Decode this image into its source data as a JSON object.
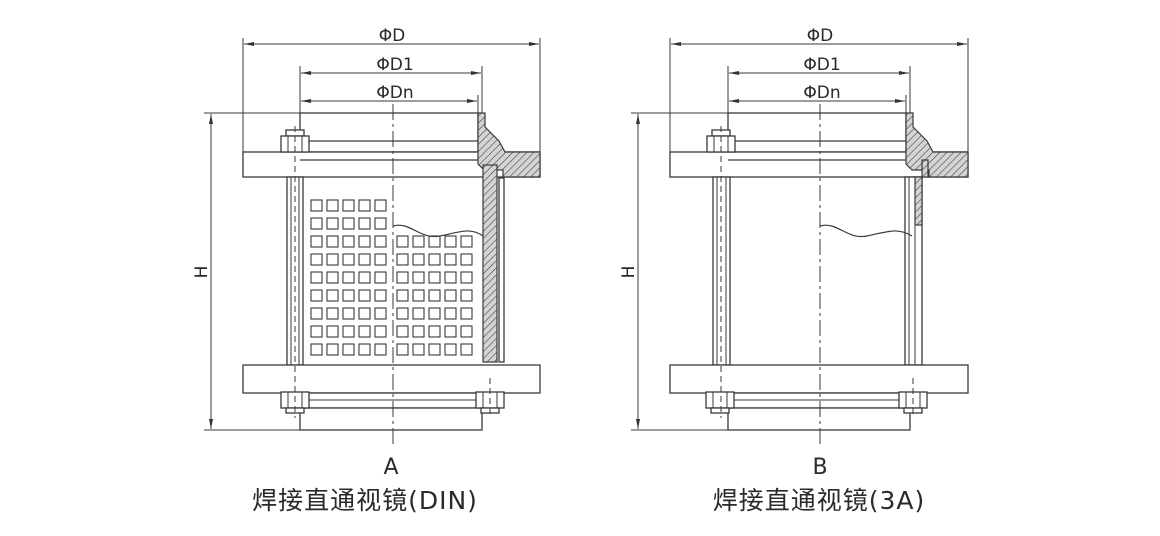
{
  "diagrams": [
    {
      "dim_D": "ΦD",
      "dim_D1": "ΦD1",
      "dim_Dn": "ΦDn",
      "dim_H": "H",
      "label": "A",
      "caption": "焊接直通视镜(DIN)"
    },
    {
      "dim_D": "ΦD",
      "dim_D1": "ΦD1",
      "dim_Dn": "ΦDn",
      "dim_H": "H",
      "label": "B",
      "caption": "焊接直通视镜(3A)"
    }
  ]
}
